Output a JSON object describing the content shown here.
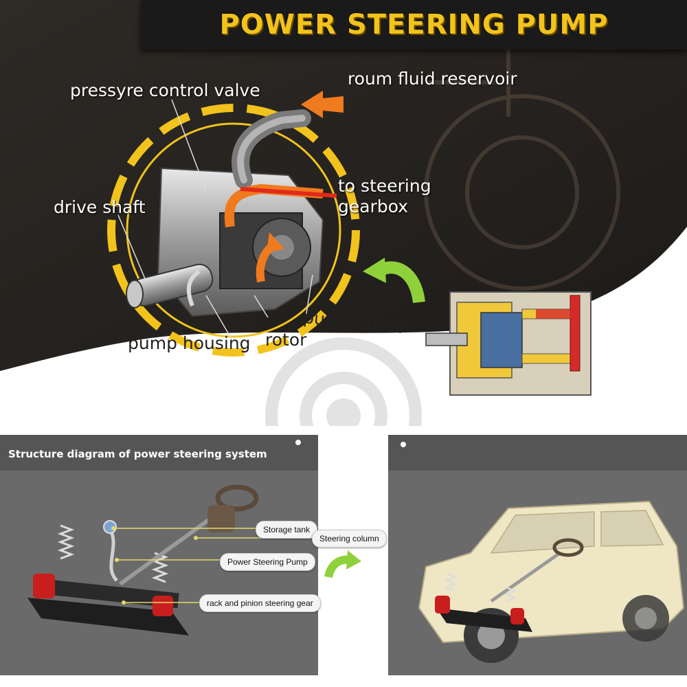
{
  "title": "POWER STEERING PUMP",
  "labels": {
    "pressure_control_valve": "pressyre control valve",
    "fluid_reservoir": "roum  fluid reservoir",
    "to_steering_gearbox_line1": "to steering",
    "to_steering_gearbox_line2": "gearbox",
    "drive_shaft": "drive  shaft",
    "pump_cover": "pump  cover",
    "pump_housing": "pump  housing",
    "rotor": "rotor"
  },
  "structure_panel": {
    "title": "Structure diagram of power steering system",
    "callouts": [
      "Storage tank",
      "Steering column",
      "Power Steering Pump",
      "rack and pinion steering gear"
    ]
  },
  "colors": {
    "title_yellow": "#f2c31c",
    "ring_yellow": "#f2c31c",
    "flow_orange": "#f07a1e",
    "flow_red": "#e02a1a",
    "arrow_green": "#8fd13a",
    "panel_gray": "#6a6a6a"
  }
}
